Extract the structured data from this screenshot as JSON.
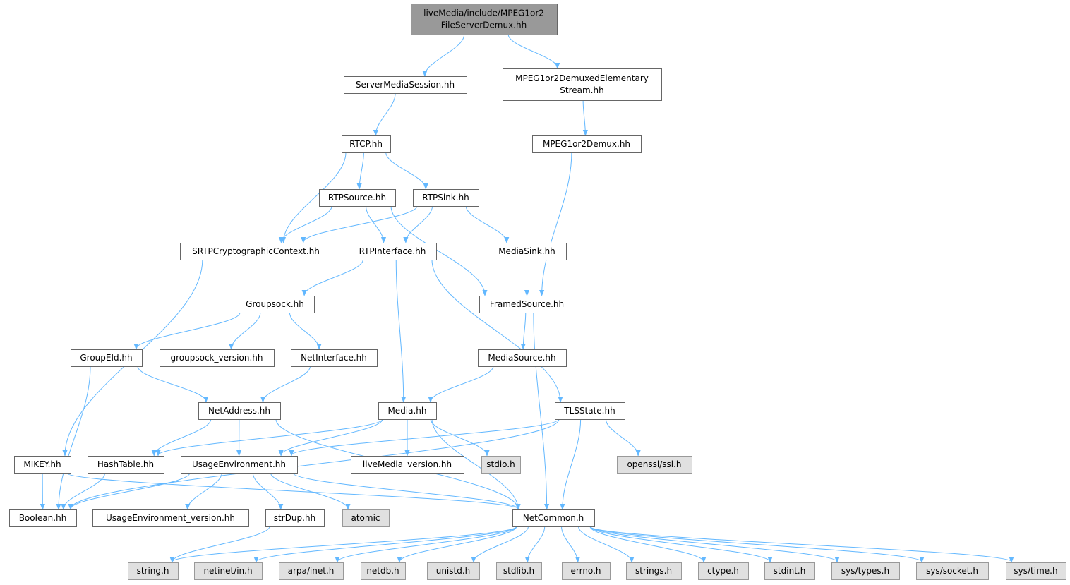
{
  "graph": {
    "title": "include dependency graph",
    "colors": {
      "edge": "#63b8ff",
      "root_fill": "#999999",
      "system_fill": "#e0e0e0",
      "node_border": "#666666"
    },
    "nodes": {
      "root": {
        "lines": [
          "liveMedia/include/MPEG1or2",
          "FileServerDemux.hh"
        ],
        "kind": "root"
      },
      "sms": {
        "lines": [
          "ServerMediaSession.hh"
        ]
      },
      "mdes": {
        "lines": [
          "MPEG1or2DemuxedElementary",
          "Stream.hh"
        ]
      },
      "rtcp": {
        "lines": [
          "RTCP.hh"
        ]
      },
      "mdemux": {
        "lines": [
          "MPEG1or2Demux.hh"
        ]
      },
      "rtpsource": {
        "lines": [
          "RTPSource.hh"
        ]
      },
      "rtpsink": {
        "lines": [
          "RTPSink.hh"
        ]
      },
      "srtp": {
        "lines": [
          "SRTPCryptographicContext.hh"
        ]
      },
      "rtpif": {
        "lines": [
          "RTPInterface.hh"
        ]
      },
      "mediasink": {
        "lines": [
          "MediaSink.hh"
        ]
      },
      "groupsock": {
        "lines": [
          "Groupsock.hh"
        ]
      },
      "framed": {
        "lines": [
          "FramedSource.hh"
        ]
      },
      "groupeid": {
        "lines": [
          "GroupEId.hh"
        ]
      },
      "gsver": {
        "lines": [
          "groupsock_version.hh"
        ]
      },
      "netif": {
        "lines": [
          "NetInterface.hh"
        ]
      },
      "mediasource": {
        "lines": [
          "MediaSource.hh"
        ]
      },
      "netaddr": {
        "lines": [
          "NetAddress.hh"
        ]
      },
      "media": {
        "lines": [
          "Media.hh"
        ]
      },
      "tls": {
        "lines": [
          "TLSState.hh"
        ]
      },
      "mikey": {
        "lines": [
          "MIKEY.hh"
        ]
      },
      "hashtable": {
        "lines": [
          "HashTable.hh"
        ]
      },
      "usageenv": {
        "lines": [
          "UsageEnvironment.hh"
        ]
      },
      "lmver": {
        "lines": [
          "liveMedia_version.hh"
        ]
      },
      "stdio": {
        "lines": [
          "stdio.h"
        ],
        "kind": "sys"
      },
      "openssl": {
        "lines": [
          "openssl/ssl.h"
        ],
        "kind": "sys"
      },
      "boolean": {
        "lines": [
          "Boolean.hh"
        ]
      },
      "uever": {
        "lines": [
          "UsageEnvironment_version.hh"
        ]
      },
      "strdup": {
        "lines": [
          "strDup.hh"
        ]
      },
      "atomic": {
        "lines": [
          "atomic"
        ],
        "kind": "sys"
      },
      "netcommon": {
        "lines": [
          "NetCommon.h"
        ]
      },
      "string": {
        "lines": [
          "string.h"
        ],
        "kind": "sys"
      },
      "netinet": {
        "lines": [
          "netinet/in.h"
        ],
        "kind": "sys"
      },
      "arpa": {
        "lines": [
          "arpa/inet.h"
        ],
        "kind": "sys"
      },
      "netdb": {
        "lines": [
          "netdb.h"
        ],
        "kind": "sys"
      },
      "unistd": {
        "lines": [
          "unistd.h"
        ],
        "kind": "sys"
      },
      "stdlib": {
        "lines": [
          "stdlib.h"
        ],
        "kind": "sys"
      },
      "errno": {
        "lines": [
          "errno.h"
        ],
        "kind": "sys"
      },
      "strings": {
        "lines": [
          "strings.h"
        ],
        "kind": "sys"
      },
      "ctype": {
        "lines": [
          "ctype.h"
        ],
        "kind": "sys"
      },
      "stdint": {
        "lines": [
          "stdint.h"
        ],
        "kind": "sys"
      },
      "systypes": {
        "lines": [
          "sys/types.h"
        ],
        "kind": "sys"
      },
      "syssocket": {
        "lines": [
          "sys/socket.h"
        ],
        "kind": "sys"
      },
      "systime": {
        "lines": [
          "sys/time.h"
        ],
        "kind": "sys"
      }
    },
    "edges": [
      [
        "root",
        "sms"
      ],
      [
        "root",
        "mdes"
      ],
      [
        "sms",
        "rtcp"
      ],
      [
        "mdes",
        "mdemux"
      ],
      [
        "rtcp",
        "rtpsource"
      ],
      [
        "rtcp",
        "rtpsink"
      ],
      [
        "rtcp",
        "srtp"
      ],
      [
        "mdemux",
        "framed"
      ],
      [
        "rtpsource",
        "srtp"
      ],
      [
        "rtpsource",
        "rtpif"
      ],
      [
        "rtpsource",
        "framed"
      ],
      [
        "rtpsink",
        "srtp"
      ],
      [
        "rtpsink",
        "rtpif"
      ],
      [
        "rtpsink",
        "mediasink"
      ],
      [
        "srtp",
        "mikey"
      ],
      [
        "rtpif",
        "groupsock"
      ],
      [
        "rtpif",
        "media"
      ],
      [
        "rtpif",
        "tls"
      ],
      [
        "mediasink",
        "framed"
      ],
      [
        "framed",
        "mediasource"
      ],
      [
        "framed",
        "netcommon"
      ],
      [
        "groupsock",
        "groupeid"
      ],
      [
        "groupsock",
        "gsver"
      ],
      [
        "groupsock",
        "netif"
      ],
      [
        "groupeid",
        "netaddr"
      ],
      [
        "groupeid",
        "boolean"
      ],
      [
        "netif",
        "netaddr"
      ],
      [
        "mediasource",
        "media"
      ],
      [
        "netaddr",
        "hashtable"
      ],
      [
        "netaddr",
        "usageenv"
      ],
      [
        "netaddr",
        "netcommon"
      ],
      [
        "media",
        "hashtable"
      ],
      [
        "media",
        "usageenv"
      ],
      [
        "media",
        "lmver"
      ],
      [
        "media",
        "stdio"
      ],
      [
        "media",
        "netcommon"
      ],
      [
        "tls",
        "usageenv"
      ],
      [
        "tls",
        "boolean"
      ],
      [
        "tls",
        "openssl"
      ],
      [
        "tls",
        "netcommon"
      ],
      [
        "mikey",
        "boolean"
      ],
      [
        "mikey",
        "netcommon"
      ],
      [
        "hashtable",
        "boolean"
      ],
      [
        "usageenv",
        "boolean"
      ],
      [
        "usageenv",
        "uever"
      ],
      [
        "usageenv",
        "strdup"
      ],
      [
        "usageenv",
        "atomic"
      ],
      [
        "usageenv",
        "netcommon"
      ],
      [
        "strdup",
        "string"
      ],
      [
        "netcommon",
        "string"
      ],
      [
        "netcommon",
        "netinet"
      ],
      [
        "netcommon",
        "arpa"
      ],
      [
        "netcommon",
        "netdb"
      ],
      [
        "netcommon",
        "unistd"
      ],
      [
        "netcommon",
        "stdlib"
      ],
      [
        "netcommon",
        "errno"
      ],
      [
        "netcommon",
        "strings"
      ],
      [
        "netcommon",
        "ctype"
      ],
      [
        "netcommon",
        "stdint"
      ],
      [
        "netcommon",
        "systypes"
      ],
      [
        "netcommon",
        "syssocket"
      ],
      [
        "netcommon",
        "systime"
      ]
    ]
  }
}
